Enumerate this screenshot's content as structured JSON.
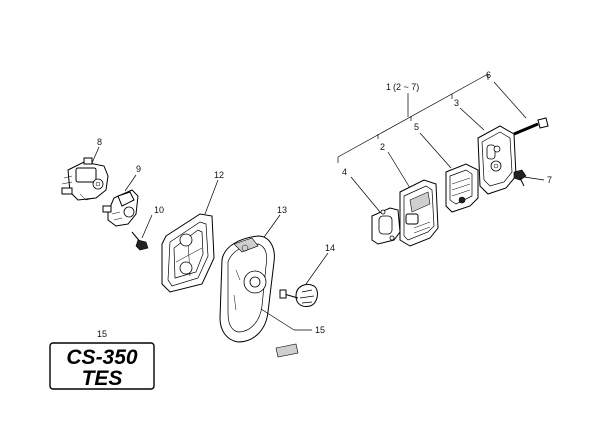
{
  "callouts": {
    "group": "1",
    "group_range": "(2 ~ 7)",
    "p2": "2",
    "p3": "3",
    "p4": "4",
    "p5": "5",
    "p6": "6",
    "p7": "7",
    "p8": "8",
    "p9": "9",
    "p10": "10",
    "p12": "12",
    "p13": "13",
    "p14": "14",
    "p15_decal": "15",
    "p15_cover": "15"
  },
  "decal": {
    "line1": "CS-350",
    "line2": "TES"
  }
}
